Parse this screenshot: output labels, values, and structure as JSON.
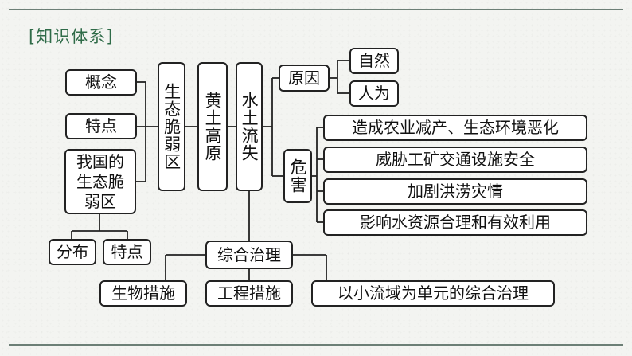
{
  "header": {
    "title": "[知识体系]"
  },
  "left": {
    "concept": "概念",
    "feature": "特点",
    "china": "我国的生态脆弱区"
  },
  "bottom_left": {
    "distribution": "分布",
    "feature": "特点"
  },
  "columns": {
    "fragile": "生态脆弱区",
    "loess": "黄土高原",
    "erosion": "水土流失"
  },
  "causes": {
    "label": "原因",
    "natural": "自然",
    "human": "人为"
  },
  "harm": {
    "label": "危害",
    "items": [
      "造成农业减产、生态环境恶化",
      "威胁工矿交通设施安全",
      "加剧洪涝灾情",
      "影响水资源合理和有效利用"
    ]
  },
  "governance": {
    "label": "综合治理",
    "items": [
      "生物措施",
      "工程措施",
      "以小流域为单元的综合治理"
    ]
  }
}
